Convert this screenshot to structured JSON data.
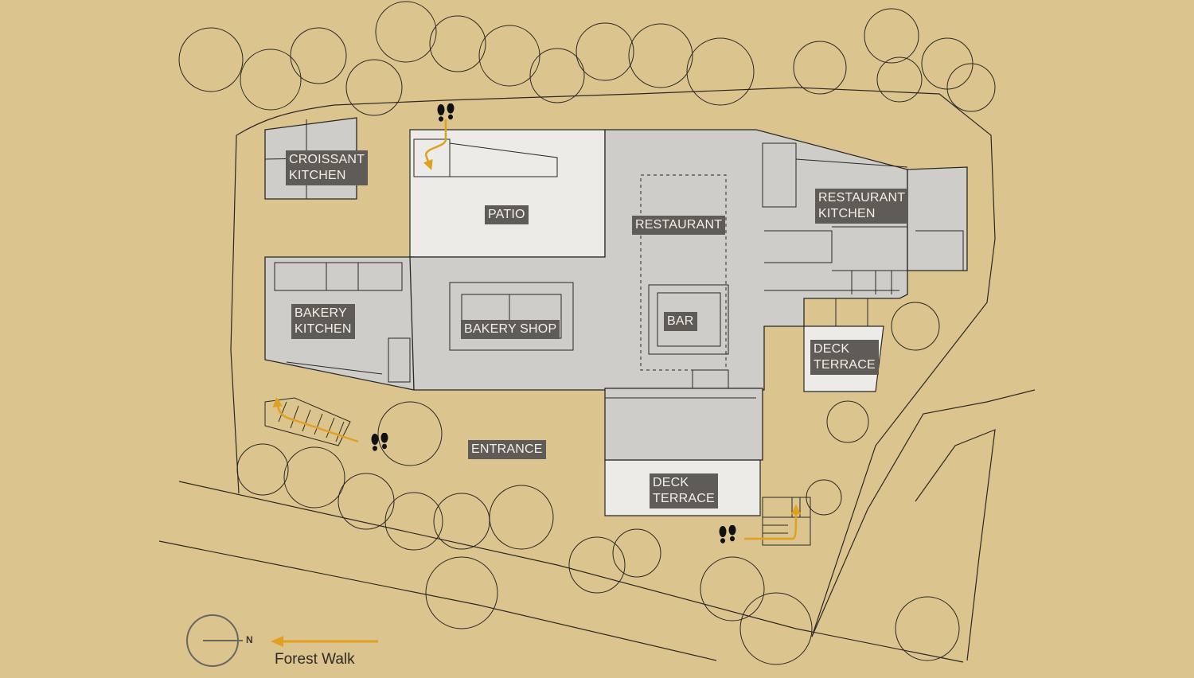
{
  "colors": {
    "background": "#dcc48e",
    "building_fill": "#cfcdca",
    "outdoor_fill": "#ecebe8",
    "label_bg": "#5f5b57",
    "label_text": "#f3f0ea",
    "path_arrow": "#e0a020",
    "ink": "#2a2724"
  },
  "rooms": [
    {
      "id": "croissant-kitchen",
      "text": "CROISSANT\nKITCHEN"
    },
    {
      "id": "patio",
      "text": "PATIO"
    },
    {
      "id": "restaurant",
      "text": "RESTAURANT"
    },
    {
      "id": "restaurant-kitchen",
      "text": "RESTAURANT\nKITCHEN"
    },
    {
      "id": "bakery-kitchen",
      "text": "BAKERY\nKITCHEN"
    },
    {
      "id": "bakery-shop",
      "text": "BAKERY SHOP"
    },
    {
      "id": "bar",
      "text": "BAR"
    },
    {
      "id": "deck-terrace-east",
      "text": "DECK\nTERRACE"
    },
    {
      "id": "entrance",
      "text": "ENTRANCE"
    },
    {
      "id": "deck-terrace-south",
      "text": "DECK\nTERRACE"
    }
  ],
  "legend": {
    "north_letter": "N",
    "path_label": "Forest Walk",
    "north_icon": "north-arrow-icon",
    "path_icon": "arrow-left-icon",
    "footprint_icon": "footprints-icon"
  }
}
